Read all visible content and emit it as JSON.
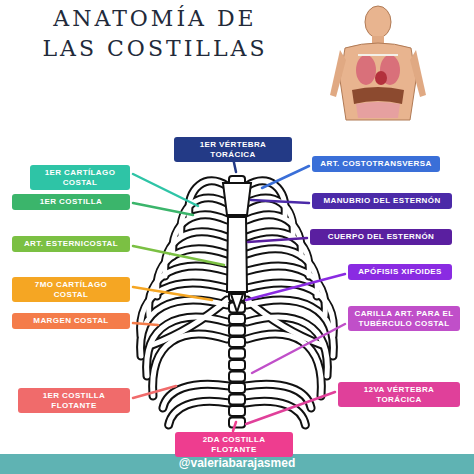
{
  "diagram": {
    "title": "ANATOMÍA DE LAS COSTILLAS",
    "nodes": [
      {
        "text": [
          "1ER VÉRTEBRA TORÁCICA"
        ]
      },
      {
        "text": [
          "1ER CARTÍLAGO COSTAL"
        ]
      },
      {
        "text": [
          "ART. COSTOTRANSVERSA"
        ]
      },
      {
        "text": [
          "1ER COSTILLA"
        ]
      },
      {
        "text": [
          "MANUBRIO DEL ESTERNÓN"
        ]
      },
      {
        "text": [
          "CUERPO DEL ESTERNÓN"
        ]
      },
      {
        "text": [
          "ART. ESTERNICOSTAL"
        ]
      },
      {
        "text": [
          "APÓFISIS XIFOIDES"
        ]
      },
      {
        "text": [
          "7MO CARTÍLAGO COSTAL"
        ]
      },
      {
        "text": [
          "CARILLA ART. PARA EL TUBÉRCULO COSTAL"
        ]
      },
      {
        "text": [
          "MARGEN COSTAL"
        ]
      },
      {
        "text": [
          "12VA VÉRTEBRA TORÁCICA"
        ]
      },
      {
        "text": [
          "1ER COSTILLA FLOTANTE"
        ]
      },
      {
        "text": [
          "2DA COSTILLA FLOTANTE"
        ]
      }
    ],
    "labels": [
      "@valeriabarajasmed"
    ]
  }
}
